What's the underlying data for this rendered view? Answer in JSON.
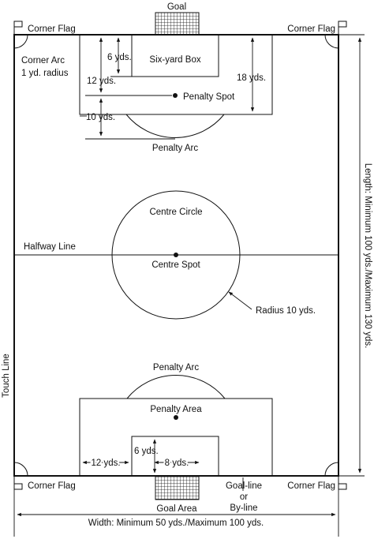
{
  "labels": {
    "goal_top": "Goal",
    "corner_flag_tl": "Corner Flag",
    "corner_flag_tr": "Corner Flag",
    "corner_flag_bl": "Corner Flag",
    "corner_flag_br": "Corner Flag",
    "corner_arc": "Corner Arc",
    "corner_arc_radius": "1 yd. radius",
    "six_yds": "6 yds.",
    "six_yard_box": "Six-yard Box",
    "eighteen_yds": "18 yds.",
    "twelve_yds_top": "12 yds.",
    "penalty_spot": "Penalty Spot",
    "ten_yds": "10 yds.",
    "penalty_arc_top": "Penalty Arc",
    "length": "Length: Minimum 100 yds./Maximum 130 yds.",
    "centre_circle": "Centre Circle",
    "halfway_line": "Halfway Line",
    "centre_spot": "Centre Spot",
    "radius_10": "Radius 10 yds.",
    "touch_line": "Touch Line",
    "penalty_arc_bottom": "Penalty Arc",
    "penalty_area": "Penalty Area",
    "six_yds_bottom": "6 yds.",
    "twelve_yds_bottom": "12 yds.",
    "eight_yds": "8 yds.",
    "goal_line_1": "Goal-line",
    "goal_line_2": "or",
    "goal_line_3": "By-line",
    "goal_area": "Goal Area",
    "width": "Width: Minimum 50 yds./Maximum 100 yds."
  }
}
